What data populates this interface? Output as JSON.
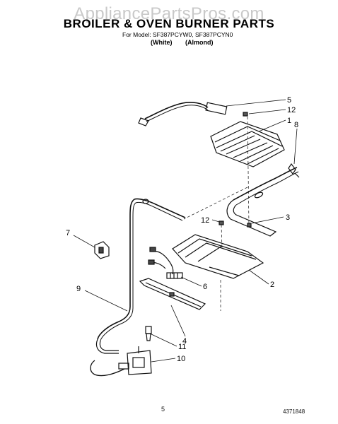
{
  "watermark": "AppliancePartsPros.com",
  "header": {
    "title": "BROILER & OVEN BURNER PARTS",
    "model_line": "For Model: SF387PCYW0, SF387PCYN0",
    "color_white": "(White)",
    "color_almond": "(Almond)"
  },
  "callouts": [
    "5",
    "12",
    "1",
    "8",
    "3",
    "12",
    "7",
    "9",
    "6",
    "2",
    "4",
    "11",
    "10"
  ],
  "footer": {
    "page_number": "5",
    "doc_number": "4371848"
  }
}
